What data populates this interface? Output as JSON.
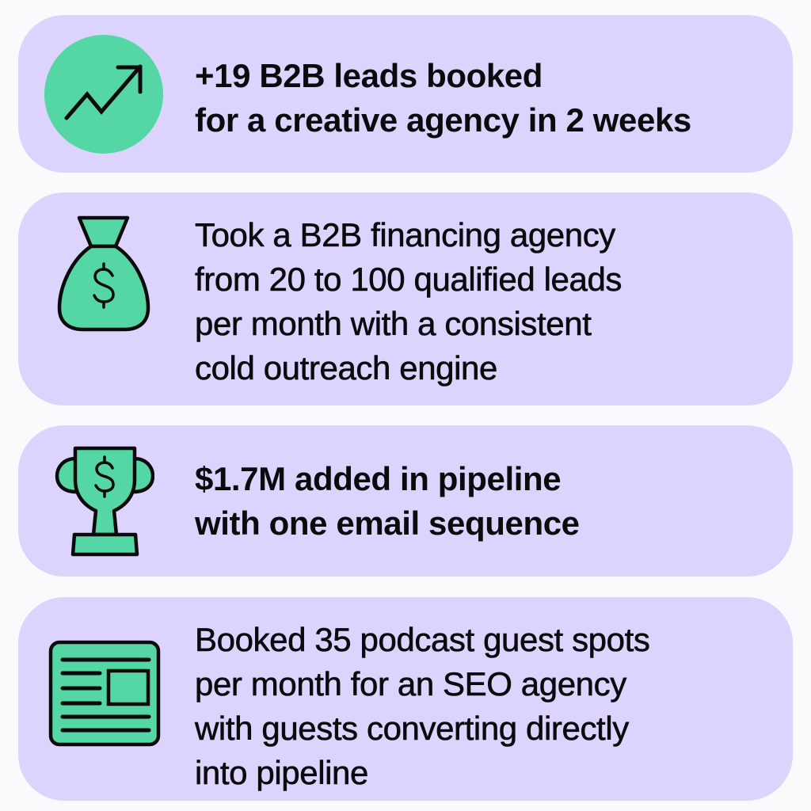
{
  "colors": {
    "page_background": "#FAFAFD",
    "card_background": "#DCD4FC",
    "icon_green": "#55D6A5",
    "icon_stroke": "#0B0B0E",
    "text": "#0B0B0E"
  },
  "cards": [
    {
      "icon": "trending-up-icon",
      "lines": [
        "+19 B2B leads booked",
        "for a creative agency in 2 weeks"
      ]
    },
    {
      "icon": "money-bag-icon",
      "lines": [
        "Took a B2B financing agency",
        "from 20 to 100 qualified leads",
        "per month with a consistent",
        "cold outreach engine"
      ]
    },
    {
      "icon": "trophy-icon",
      "lines": [
        "$1.7M added in pipeline",
        "with one email sequence"
      ]
    },
    {
      "icon": "newspaper-icon",
      "lines": [
        "Booked 35 podcast guest spots",
        "per month for an SEO agency",
        "with guests converting directly",
        "into pipeline"
      ]
    }
  ]
}
